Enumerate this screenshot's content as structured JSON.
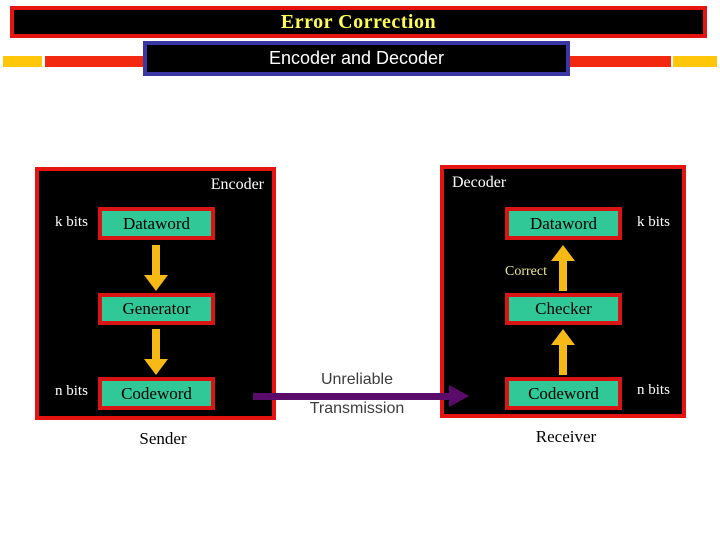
{
  "slide": {
    "title": "Error Correction",
    "subtitle": "Encoder and Decoder"
  },
  "encoder": {
    "panel_label": "Encoder",
    "k_bits_label": "k bits",
    "n_bits_label": "n bits",
    "dataword_label": "Dataword",
    "generator_label": "Generator",
    "codeword_label": "Codeword",
    "footer_label": "Sender"
  },
  "decoder": {
    "panel_label": "Decoder",
    "k_bits_label": "k bits",
    "n_bits_label": "n bits",
    "correct_label": "Correct",
    "dataword_label": "Dataword",
    "checker_label": "Checker",
    "codeword_label": "Codeword",
    "footer_label": "Receiver"
  },
  "channel": {
    "line1": "Unreliable",
    "line2": "Transmission"
  },
  "colors": {
    "border_red": "#e51410",
    "accent_red_bar": "#f3290f",
    "accent_yellow_bar": "#ffc60a",
    "title_text_yellow": "#ffff55",
    "subtitle_border_blue": "#3a37a5",
    "node_fill_teal": "#30c897",
    "flow_arrow_gold": "#f6b915",
    "transmission_purple": "#5b0c6b"
  }
}
